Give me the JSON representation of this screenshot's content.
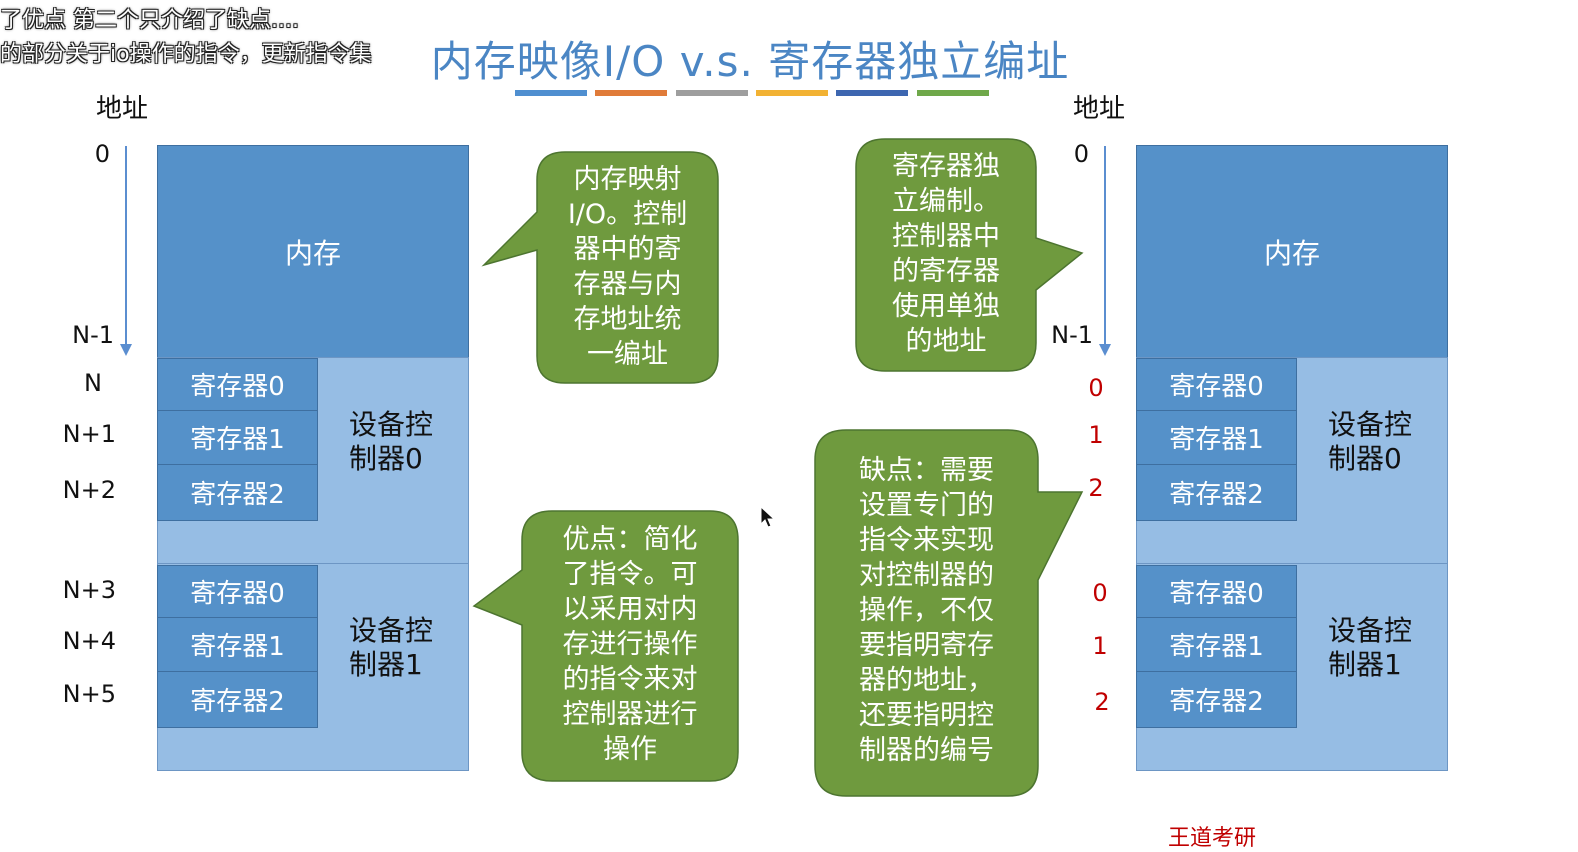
{
  "danmaku": [
    "了优点  第二个只介绍了缺点....",
    "的部分关于io操作的指令，更新指令集"
  ],
  "title": "内存映像I/O   v.s.  寄存器独立编址",
  "colors": {
    "accent_bars": [
      "#4f8fd0",
      "#e07b39",
      "#9e9e9e",
      "#f2b233",
      "#3d66b0",
      "#6fa84a"
    ],
    "memory_block": "#5591c9",
    "device_block": "#96bde4",
    "bubble": "#6f9a3e",
    "red_index": "#c00000"
  },
  "left": {
    "axis_label": "地址",
    "addresses": [
      "0",
      "N-1",
      "N",
      "N+1",
      "N+2",
      "N+3",
      "N+4",
      "N+5"
    ],
    "memory_label": "内存",
    "controllers": [
      {
        "label_line1": "设备控",
        "label_line2": "制器0",
        "registers": [
          "寄存器0",
          "寄存器1",
          "寄存器2"
        ]
      },
      {
        "label_line1": "设备控",
        "label_line2": "制器1",
        "registers": [
          "寄存器0",
          "寄存器1",
          "寄存器2"
        ]
      }
    ]
  },
  "right": {
    "axis_label": "地址",
    "addresses": [
      "0",
      "N-1"
    ],
    "controller_indices": [
      [
        "0",
        "1",
        "2"
      ],
      [
        "0",
        "1",
        "2"
      ]
    ],
    "memory_label": "内存",
    "controllers": [
      {
        "label_line1": "设备控",
        "label_line2": "制器0",
        "registers": [
          "寄存器0",
          "寄存器1",
          "寄存器2"
        ]
      },
      {
        "label_line1": "设备控",
        "label_line2": "制器1",
        "registers": [
          "寄存器0",
          "寄存器1",
          "寄存器2"
        ]
      }
    ]
  },
  "bubbles": {
    "memory_mapped": [
      "内存映射",
      "I/O。控制",
      "器中的寄",
      "存器与内",
      "存地址统",
      "一编址"
    ],
    "advantage": [
      "优点：简化",
      "了指令。可",
      "以采用对内",
      "存进行操作",
      "的指令来对",
      "控制器进行",
      "操作"
    ],
    "independent": [
      "寄存器独",
      "立编制。",
      "控制器中",
      "的寄存器",
      "使用单独",
      "的地址"
    ],
    "disadvantage": [
      "缺点：需要",
      "设置专门的",
      "指令来实现",
      "对控制器的",
      "操作，不仅",
      "要指明寄存",
      "器的地址，",
      "还要指明控",
      "制器的编号"
    ]
  },
  "icons": {
    "cursor": "mouse-pointer-icon"
  },
  "footer": "王道考研"
}
